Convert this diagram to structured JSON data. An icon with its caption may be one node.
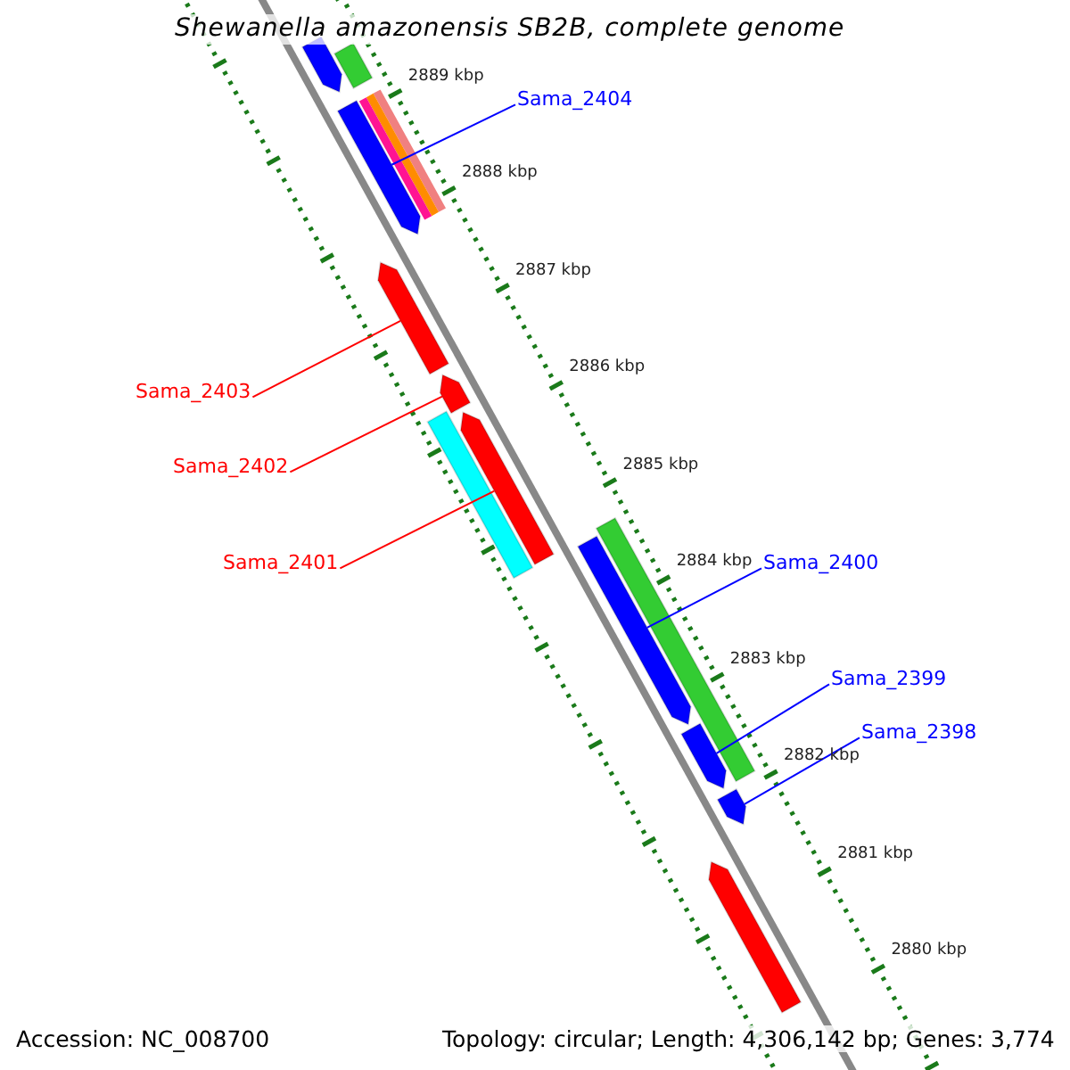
{
  "diagram": {
    "title": "Shewanella amazonensis SB2B, complete genome",
    "nodes": [
      {
        "text": [
          "Sama_2404"
        ]
      },
      {
        "text": [],
        "shape": "arrow"
      },
      {
        "text": [
          "Sama_2403"
        ]
      },
      {
        "text": [],
        "shape": "arrow"
      },
      {
        "text": [
          "Sama_2402"
        ]
      },
      {
        "text": [],
        "shape": "arrow"
      },
      {
        "text": [
          "Sama_2401"
        ]
      },
      {
        "text": [],
        "shape": "arrow"
      },
      {
        "text": [
          "Sama_2400"
        ]
      },
      {
        "text": [],
        "shape": "arrow"
      },
      {
        "text": [
          "Sama_2399"
        ]
      },
      {
        "text": [],
        "shape": "arrow"
      },
      {
        "text": [
          "Sama_2398"
        ]
      },
      {
        "text": [],
        "shape": "arrow"
      },
      {
        "text": [],
        "shape": "arrow"
      },
      {
        "text": [],
        "shape": "bar"
      },
      {
        "text": [],
        "shape": "bar"
      },
      {
        "text": [],
        "shape": "bar"
      },
      {
        "text": [],
        "shape": "bar"
      },
      {
        "text": [],
        "shape": "arrow"
      }
    ],
    "edges": [
      {
        "from": 0,
        "to": 1,
        "arrow": "none"
      },
      {
        "from": 2,
        "to": 3,
        "arrow": "none",
        "color": "#ff0000"
      },
      {
        "from": 4,
        "to": 5,
        "arrow": "none",
        "color": "#ff0000"
      },
      {
        "from": 6,
        "to": 7,
        "arrow": "none",
        "color": "#ff0000"
      },
      {
        "from": 8,
        "to": 9,
        "arrow": "none"
      },
      {
        "from": 10,
        "to": 11,
        "arrow": "none"
      },
      {
        "from": 12,
        "to": 13,
        "arrow": "none"
      }
    ],
    "labels": [
      "2889 kbp",
      "2888 kbp",
      "2887 kbp",
      "2886 kbp",
      "2885 kbp",
      "2884 kbp",
      "2883 kbp",
      "2882 kbp",
      "2881 kbp",
      "2880 kbp",
      "Accession: NC_008700",
      "Topology: circular; Length: 4,306,142 bp; Genes: 3,774"
    ]
  }
}
